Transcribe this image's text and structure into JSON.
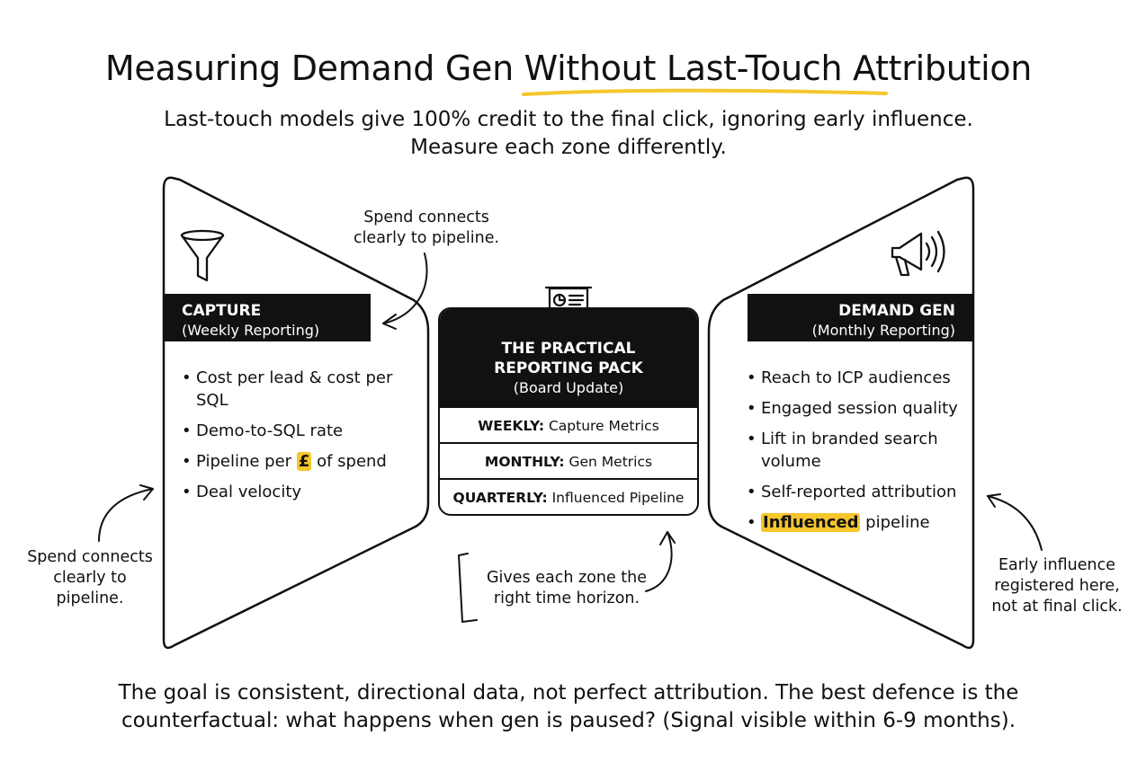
{
  "title": {
    "before": "Measuring Demand Gen ",
    "highlight": "Without Last-Touch",
    "after": " Attribution",
    "underline_color": "#f6c62c"
  },
  "subtitle": {
    "line1": "Last-touch models give 100% credit to the final click, ignoring early influence.",
    "line2": "Measure each zone differently."
  },
  "capture": {
    "icon": "funnel-icon",
    "heading": "CAPTURE",
    "sub": "(Weekly Reporting)",
    "items": [
      "Cost per lead & cost per SQL",
      "Demo-to-SQL rate",
      "Pipeline per",
      "Deal velocity"
    ],
    "currency": "£",
    "pipeline_suffix": " of spend",
    "note_top": "Spend connects clearly to pipeline.",
    "note_left": "Spend connects clearly to pipeline."
  },
  "pack": {
    "icon": "presentation-board-icon",
    "title_line1": "THE PRACTICAL",
    "title_line2": "REPORTING PACK",
    "sub": "(Board Update)",
    "rows": [
      {
        "key": "WEEKLY:",
        "value": " Capture Metrics"
      },
      {
        "key": "MONTHLY:",
        "value": " Gen Metrics"
      },
      {
        "key": "QUARTERLY:",
        "value": " Influenced Pipeline"
      }
    ],
    "note": "Gives each zone the right time horizon."
  },
  "demand": {
    "icon": "megaphone-icon",
    "heading": "DEMAND GEN",
    "sub": "(Monthly Reporting)",
    "items": [
      "Reach to ICP audiences",
      "Engaged session quality",
      "Lift in branded search volume",
      "Self-reported attribution"
    ],
    "influenced_highlight": "Influenced",
    "influenced_rest": " pipeline",
    "note": "Early influence registered here, not at final click."
  },
  "footer": {
    "line1": "The goal is consistent, directional data, not perfect attribution. The best defence is the",
    "line2": "counterfactual: what happens when gen is paused? (Signal visible within 6-9 months)."
  },
  "colors": {
    "accent": "#f6c62c",
    "ink": "#111111",
    "background": "#ffffff"
  }
}
